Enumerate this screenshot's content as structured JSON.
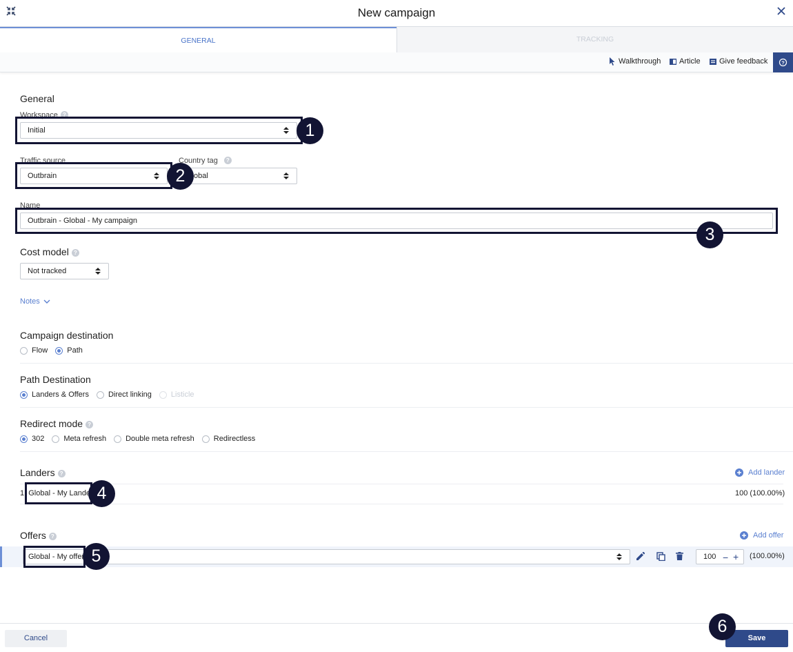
{
  "header": {
    "title": "New campaign"
  },
  "tabs": [
    {
      "label": "GENERAL",
      "active": true
    },
    {
      "label": "TRACKING",
      "active": false
    }
  ],
  "toolbar": {
    "walkthrough": "Walkthrough",
    "article": "Article",
    "feedback": "Give feedback",
    "help_icon": "question-circle-icon"
  },
  "general": {
    "title": "General",
    "workspace_label": "Workspace",
    "workspace_value": "Initial",
    "traffic_source_label": "Traffic source",
    "traffic_source_value": "Outbrain",
    "country_tag_label": "Country tag",
    "country_tag_value": "Global",
    "name_label": "Name",
    "name_value": "Outbrain - Global - My campaign"
  },
  "cost_model": {
    "title": "Cost model",
    "value": "Not tracked"
  },
  "notes": {
    "label": "Notes"
  },
  "campaign_destination": {
    "title": "Campaign destination",
    "options": [
      "Flow",
      "Path"
    ],
    "selected": "Path"
  },
  "path_destination": {
    "title": "Path Destination",
    "options": [
      "Landers & Offers",
      "Direct linking",
      "Listicle"
    ],
    "selected": "Landers & Offers"
  },
  "redirect_mode": {
    "title": "Redirect mode",
    "options": [
      "302",
      "Meta refresh",
      "Double meta refresh",
      "Redirectless"
    ],
    "selected": "302"
  },
  "landers": {
    "title": "Landers",
    "add_label": "Add lander",
    "index": "1.",
    "name": "Global - My Lander",
    "weight": "100 (100.00%)"
  },
  "offers": {
    "title": "Offers",
    "add_label": "Add offer",
    "name": "Global - My offer",
    "weight": "100",
    "percent": "(100.00%)"
  },
  "annotations": [
    "1",
    "2",
    "3",
    "4",
    "5",
    "6"
  ],
  "footer": {
    "cancel": "Cancel",
    "save": "Save"
  },
  "colors": {
    "accent": "#2f4a8a",
    "link": "#5b80d0",
    "annotation": "#121433"
  }
}
